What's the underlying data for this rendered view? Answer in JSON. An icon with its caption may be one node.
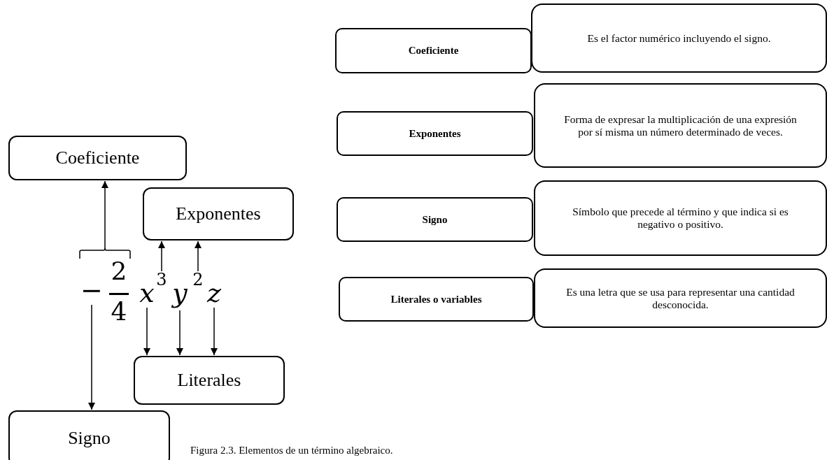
{
  "diagram": {
    "caption": "Figura 2.3. Elementos de un término algebraico.",
    "nodes": [
      {
        "text": [
          "Coeficiente"
        ]
      },
      {
        "text": [
          "Exponentes"
        ]
      },
      {
        "text": [
          "−"
        ]
      },
      {
        "text": [
          "2",
          "4"
        ]
      },
      {
        "text": [
          "x"
        ]
      },
      {
        "text": [
          "3"
        ]
      },
      {
        "text": [
          "y"
        ]
      },
      {
        "text": [
          "2"
        ]
      },
      {
        "text": [
          "z"
        ]
      },
      {
        "text": [
          "Literales"
        ]
      },
      {
        "text": [
          "Signo"
        ]
      },
      {
        "text": [
          "Coeficiente"
        ]
      },
      {
        "text": [
          "Es el factor numérico incluyendo el signo."
        ]
      },
      {
        "text": [
          "Exponentes"
        ]
      },
      {
        "text": [
          "Forma de expresar la multiplicación de una expresión por sí misma un número determinado de veces."
        ]
      },
      {
        "text": [
          "Signo"
        ]
      },
      {
        "text": [
          "Símbolo que precede al término y que indica si es negativo o positivo."
        ]
      },
      {
        "text": [
          "Literales o variables"
        ]
      },
      {
        "text": [
          "Es una letra que se usa para representar una cantidad desconocida."
        ]
      }
    ],
    "edges": [
      {
        "from": 2,
        "to": 0,
        "arrow": "to"
      },
      {
        "from": 3,
        "to": 0,
        "arrow": "to"
      },
      {
        "from": 5,
        "to": 1,
        "arrow": "to"
      },
      {
        "from": 7,
        "to": 1,
        "arrow": "to"
      },
      {
        "from": 4,
        "to": 9,
        "arrow": "to"
      },
      {
        "from": 6,
        "to": 9,
        "arrow": "to"
      },
      {
        "from": 8,
        "to": 9,
        "arrow": "to"
      },
      {
        "from": 2,
        "to": 10,
        "arrow": "to"
      }
    ]
  }
}
